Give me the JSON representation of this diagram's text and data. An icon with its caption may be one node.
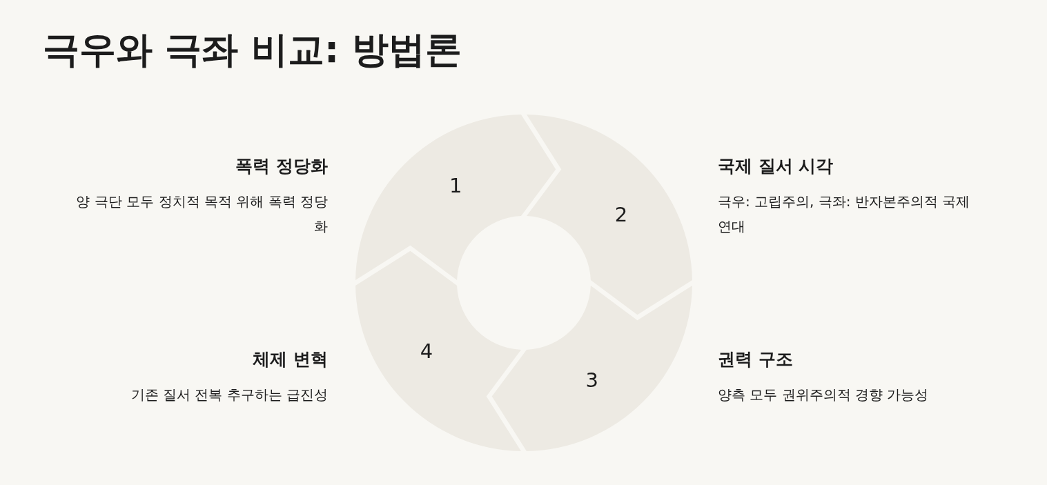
{
  "diagram": {
    "title": "극우와 극좌 비교: 방법론",
    "nodes": [
      {
        "text": [
          "1"
        ],
        "beside": [
          "폭력 정당화",
          "양 극단 모두 정치적 목적 위해 폭력 정당화"
        ]
      },
      {
        "text": [
          "2"
        ],
        "beside": [
          "국제 질서 시각",
          "극우: 고립주의, 극좌: 반자본주의적 국제 연대"
        ]
      },
      {
        "text": [
          "3"
        ],
        "beside": [
          "권력 구조",
          "양측 모두 권위주의적 경향 가능성"
        ]
      },
      {
        "text": [
          "4"
        ],
        "beside": [
          "체제 변혁",
          "기존 질서 전복 추구하는 급진성"
        ]
      }
    ]
  }
}
